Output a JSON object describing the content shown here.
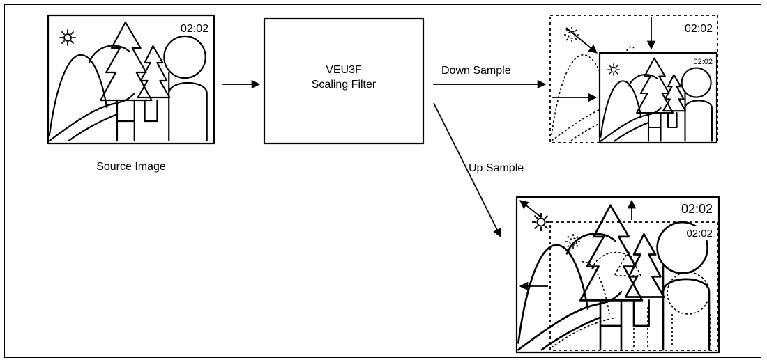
{
  "source": {
    "timestamp": "02:02",
    "caption": "Source Image"
  },
  "filter": {
    "line1": "VEU3F",
    "line2": "Scaling Filter"
  },
  "down_sample": {
    "label": "Down Sample",
    "timestamp_outer": "02:02",
    "timestamp_inner": "02:02"
  },
  "up_sample": {
    "label": "Up Sample",
    "timestamp_outer": "02:02",
    "timestamp_inner": "02:02"
  }
}
